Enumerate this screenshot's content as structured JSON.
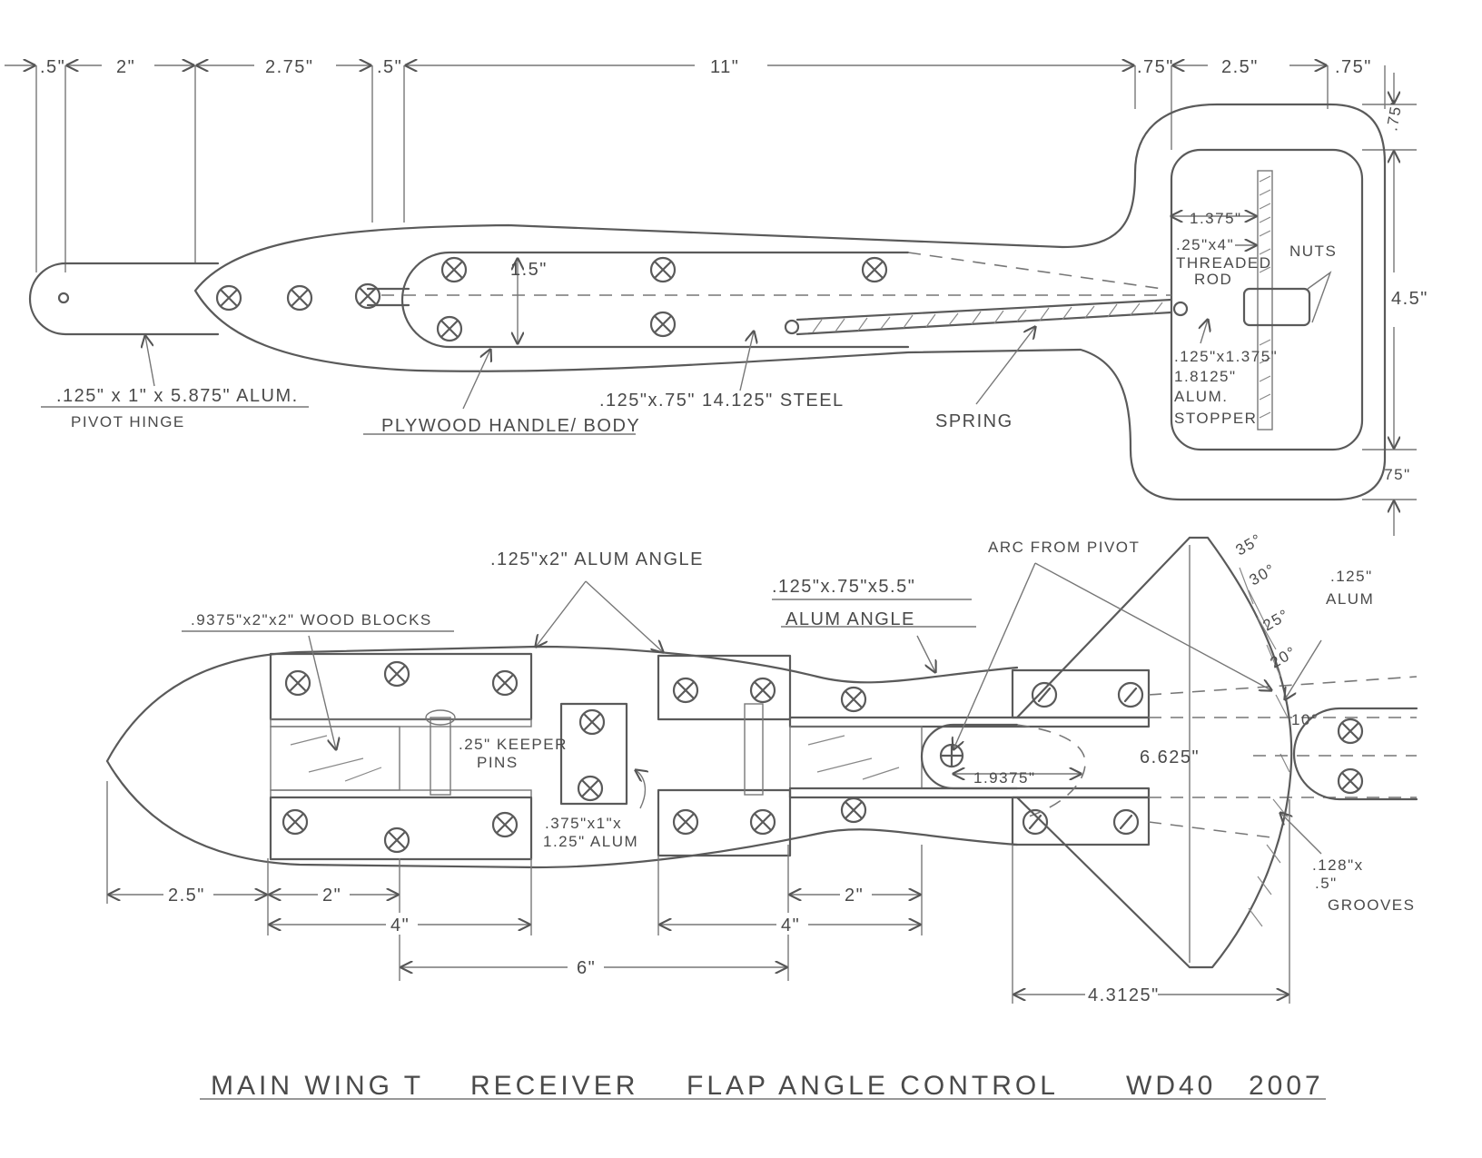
{
  "colors": {
    "pencil": "#5a5a5a",
    "paper": "#ffffff"
  },
  "top_view": {
    "dimensions": {
      "d1": ".5\"",
      "d2": "2\"",
      "d3": "2.75\"",
      "d4": ".5\"",
      "d5": "11\"",
      "d6": ".75\"",
      "d7": "2.5\"",
      "d8": ".75\"",
      "r1": ".75\"",
      "r2": "4.5\"",
      "r3": ".75\"",
      "width_1_5": "1.5\"",
      "width_1_375": "1.375\""
    },
    "labels": {
      "threaded_rod_1": ".25\"x4\"",
      "threaded_rod_2": "THREADED",
      "threaded_rod_3": "ROD",
      "nuts": "NUTS",
      "stopper_1": ".125\"x1.375\"",
      "stopper_2": "1.8125\"",
      "stopper_3": "ALUM.",
      "stopper_4": "STOPPER",
      "hinge_1": ".125\" x 1\" x 5.875\" ALUM.",
      "hinge_2": "PIVOT HINGE",
      "body": "PLYWOOD HANDLE/ BODY",
      "steel": ".125\"x.75\" 14.125\" STEEL",
      "spring": "SPRING"
    }
  },
  "bottom_view": {
    "labels": {
      "alum_angle_2": ".125\"x2\" ALUM ANGLE",
      "wood_blocks": ".9375\"x2\"x2\" WOOD BLOCKS",
      "alum_angle_55_1": ".125\"x.75\"x5.5\"",
      "alum_angle_55_2": "ALUM ANGLE",
      "arc": "ARC FROM PIVOT",
      "alum_125_1": ".125\"",
      "alum_125_2": "ALUM",
      "keeper_1": ".25\" KEEPER",
      "keeper_2": "PINS",
      "center_1": ".375\"x1\"x",
      "center_2": "1.25\" ALUM",
      "grooves_1": ".128\"x",
      "grooves_2": ".5\"",
      "grooves_3": "GROOVES"
    },
    "angles": [
      "35°",
      "30°",
      "25°",
      "20°",
      "10°"
    ],
    "dimensions": {
      "pivot_dist": "1.9375\"",
      "height": "6.625\"",
      "a": "2.5\"",
      "b": "2\"",
      "c": "2\"",
      "d": "4\"",
      "e": "4\"",
      "f": "6\"",
      "g": "4.3125\""
    }
  },
  "title_block": {
    "title_1": "MAIN WING T",
    "title_2": "RECEIVER",
    "title_3": "FLAP ANGLE CONTROL",
    "author": "WD40",
    "year": "2007"
  }
}
